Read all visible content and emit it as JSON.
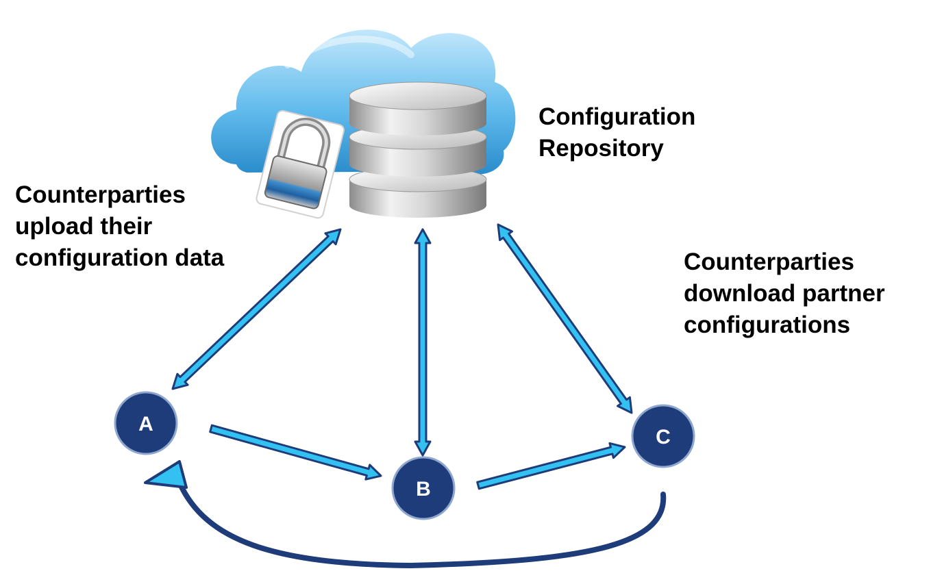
{
  "labels": {
    "repository": [
      "Configuration",
      "Repository"
    ],
    "upload": [
      "Counterparties",
      "upload their",
      "configuration data"
    ],
    "download": [
      "Counterparties",
      "download partner",
      "configurations"
    ]
  },
  "nodes": {
    "a": "A",
    "b": "B",
    "c": "C"
  },
  "colors": {
    "node_fill": "#1f3c7a",
    "node_stroke": "#8fa6cf",
    "arrow_fill": "#33c1f2",
    "arrow_outline": "#1f3c7a",
    "cloud": "#5ab8ec",
    "database": "#c9c9c9",
    "lock": "#b5b5b5"
  },
  "icons": [
    "cloud-icon",
    "database-icon",
    "padlock-icon"
  ]
}
